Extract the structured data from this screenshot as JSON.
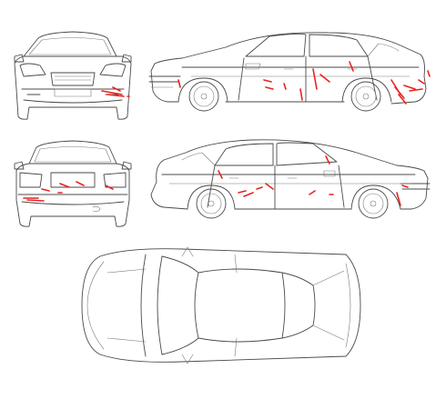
{
  "diagram": {
    "views": [
      "front",
      "rear",
      "left-side",
      "right-side",
      "top"
    ],
    "line_color": "#4a4a4a",
    "damage_color": "#e8231f"
  }
}
